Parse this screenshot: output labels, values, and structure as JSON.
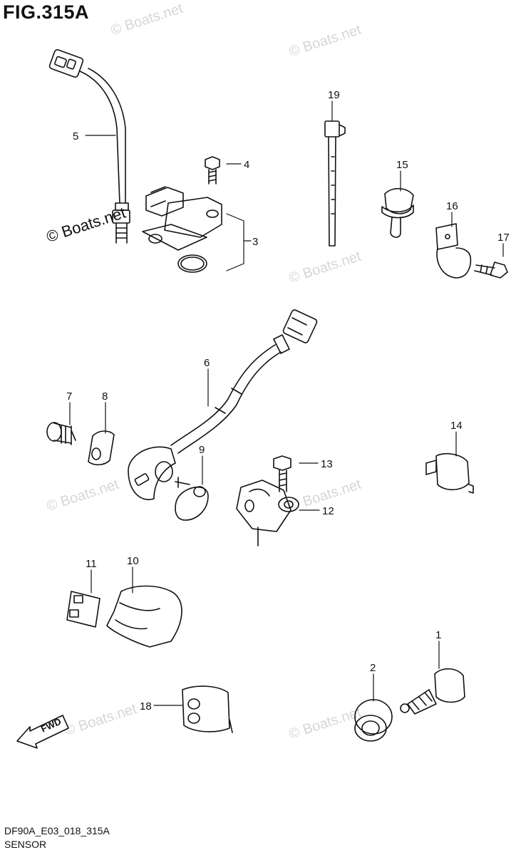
{
  "figure": {
    "title": "FIG.315A",
    "code": "DF90A_E03_018_315A",
    "name": "SENSOR",
    "copyright": "© Boats.net",
    "watermark": "© Boats.net",
    "fwd_label": "FWD"
  },
  "callouts": [
    "1",
    "2",
    "3",
    "4",
    "5",
    "6",
    "7",
    "8",
    "9",
    "10",
    "11",
    "12",
    "13",
    "14",
    "15",
    "16",
    "17",
    "18",
    "19"
  ]
}
